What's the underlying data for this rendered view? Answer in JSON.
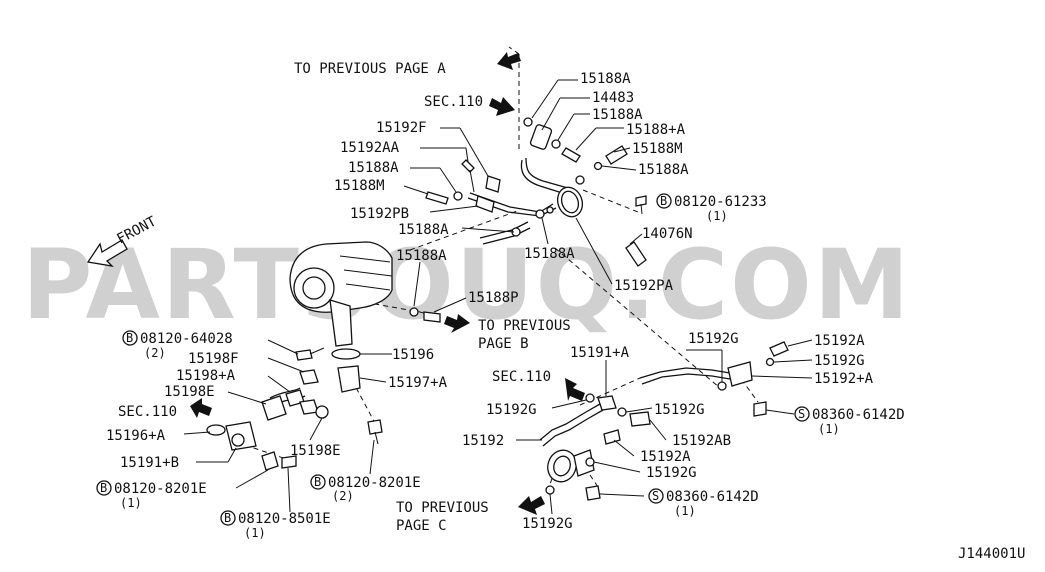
{
  "watermark": "PARTSOUQ.COM",
  "diagram_code": "J144001U",
  "front_label": "FRONT",
  "labels": {
    "to_prev_a": "TO PREVIOUS PAGE A",
    "sec110_top": "SEC.110",
    "p15188a_1": "15188A",
    "p14483": "14483",
    "p15188a_2": "15188A",
    "p15188_plus_a": "15188+A",
    "p15188m_r": "15188M",
    "p15188a_3": "15188A",
    "p15192f": "15192F",
    "p15192aa": "15192AA",
    "p15188a_4": "15188A",
    "p15188m_l": "15188M",
    "b08120_61233": "08120-61233",
    "b08120_61233_qty": "(1)",
    "p15192pb": "15192PB",
    "p15188a_5": "15188A",
    "p14076n": "14076N",
    "p15188a_6": "15188A",
    "p15188a_7": "15188A",
    "p15192pa": "15192PA",
    "p15188p": "15188P",
    "to_prev_b_1": "TO PREVIOUS",
    "to_prev_b_2": "PAGE B",
    "b08120_64028": "08120-64028",
    "b08120_64028_qty": "(2)",
    "p15196": "15196",
    "p15198f": "15198F",
    "p15198_plus_a": "15198+A",
    "p15197_plus_a": "15197+A",
    "p15198e_1": "15198E",
    "sec110_left": "SEC.110",
    "p15196_plus_a": "15196+A",
    "p15198e_2": "15198E",
    "p15191_plus_b": "15191+B",
    "b08120_8201e_l": "08120-8201E",
    "b08120_8201e_l_qty": "(1)",
    "b08120_8201e_c": "08120-8201E",
    "b08120_8201e_c_qty": "(2)",
    "b08120_8501e": "08120-8501E",
    "b08120_8501e_qty": "(1)",
    "p15192g_1": "15192G",
    "p15192a_1": "15192A",
    "p15191_plus_a": "15191+A",
    "p15192g_2": "15192G",
    "sec110_right": "SEC.110",
    "p15192_plus_a": "15192+A",
    "p15192g_3": "15192G",
    "p15192g_4": "15192G",
    "s08360_6142d_1": "08360-6142D",
    "s08360_6142d_1_qty": "(1)",
    "p15192": "15192",
    "p15192ab": "15192AB",
    "p15192a_2": "15192A",
    "p15192g_5": "15192G",
    "s08360_6142d_2": "08360-6142D",
    "s08360_6142d_2_qty": "(1)",
    "to_prev_c_1": "TO PREVIOUS",
    "to_prev_c_2": "PAGE C",
    "p15192g_6": "15192G"
  },
  "prefix": {
    "b": "B",
    "s": "S"
  }
}
